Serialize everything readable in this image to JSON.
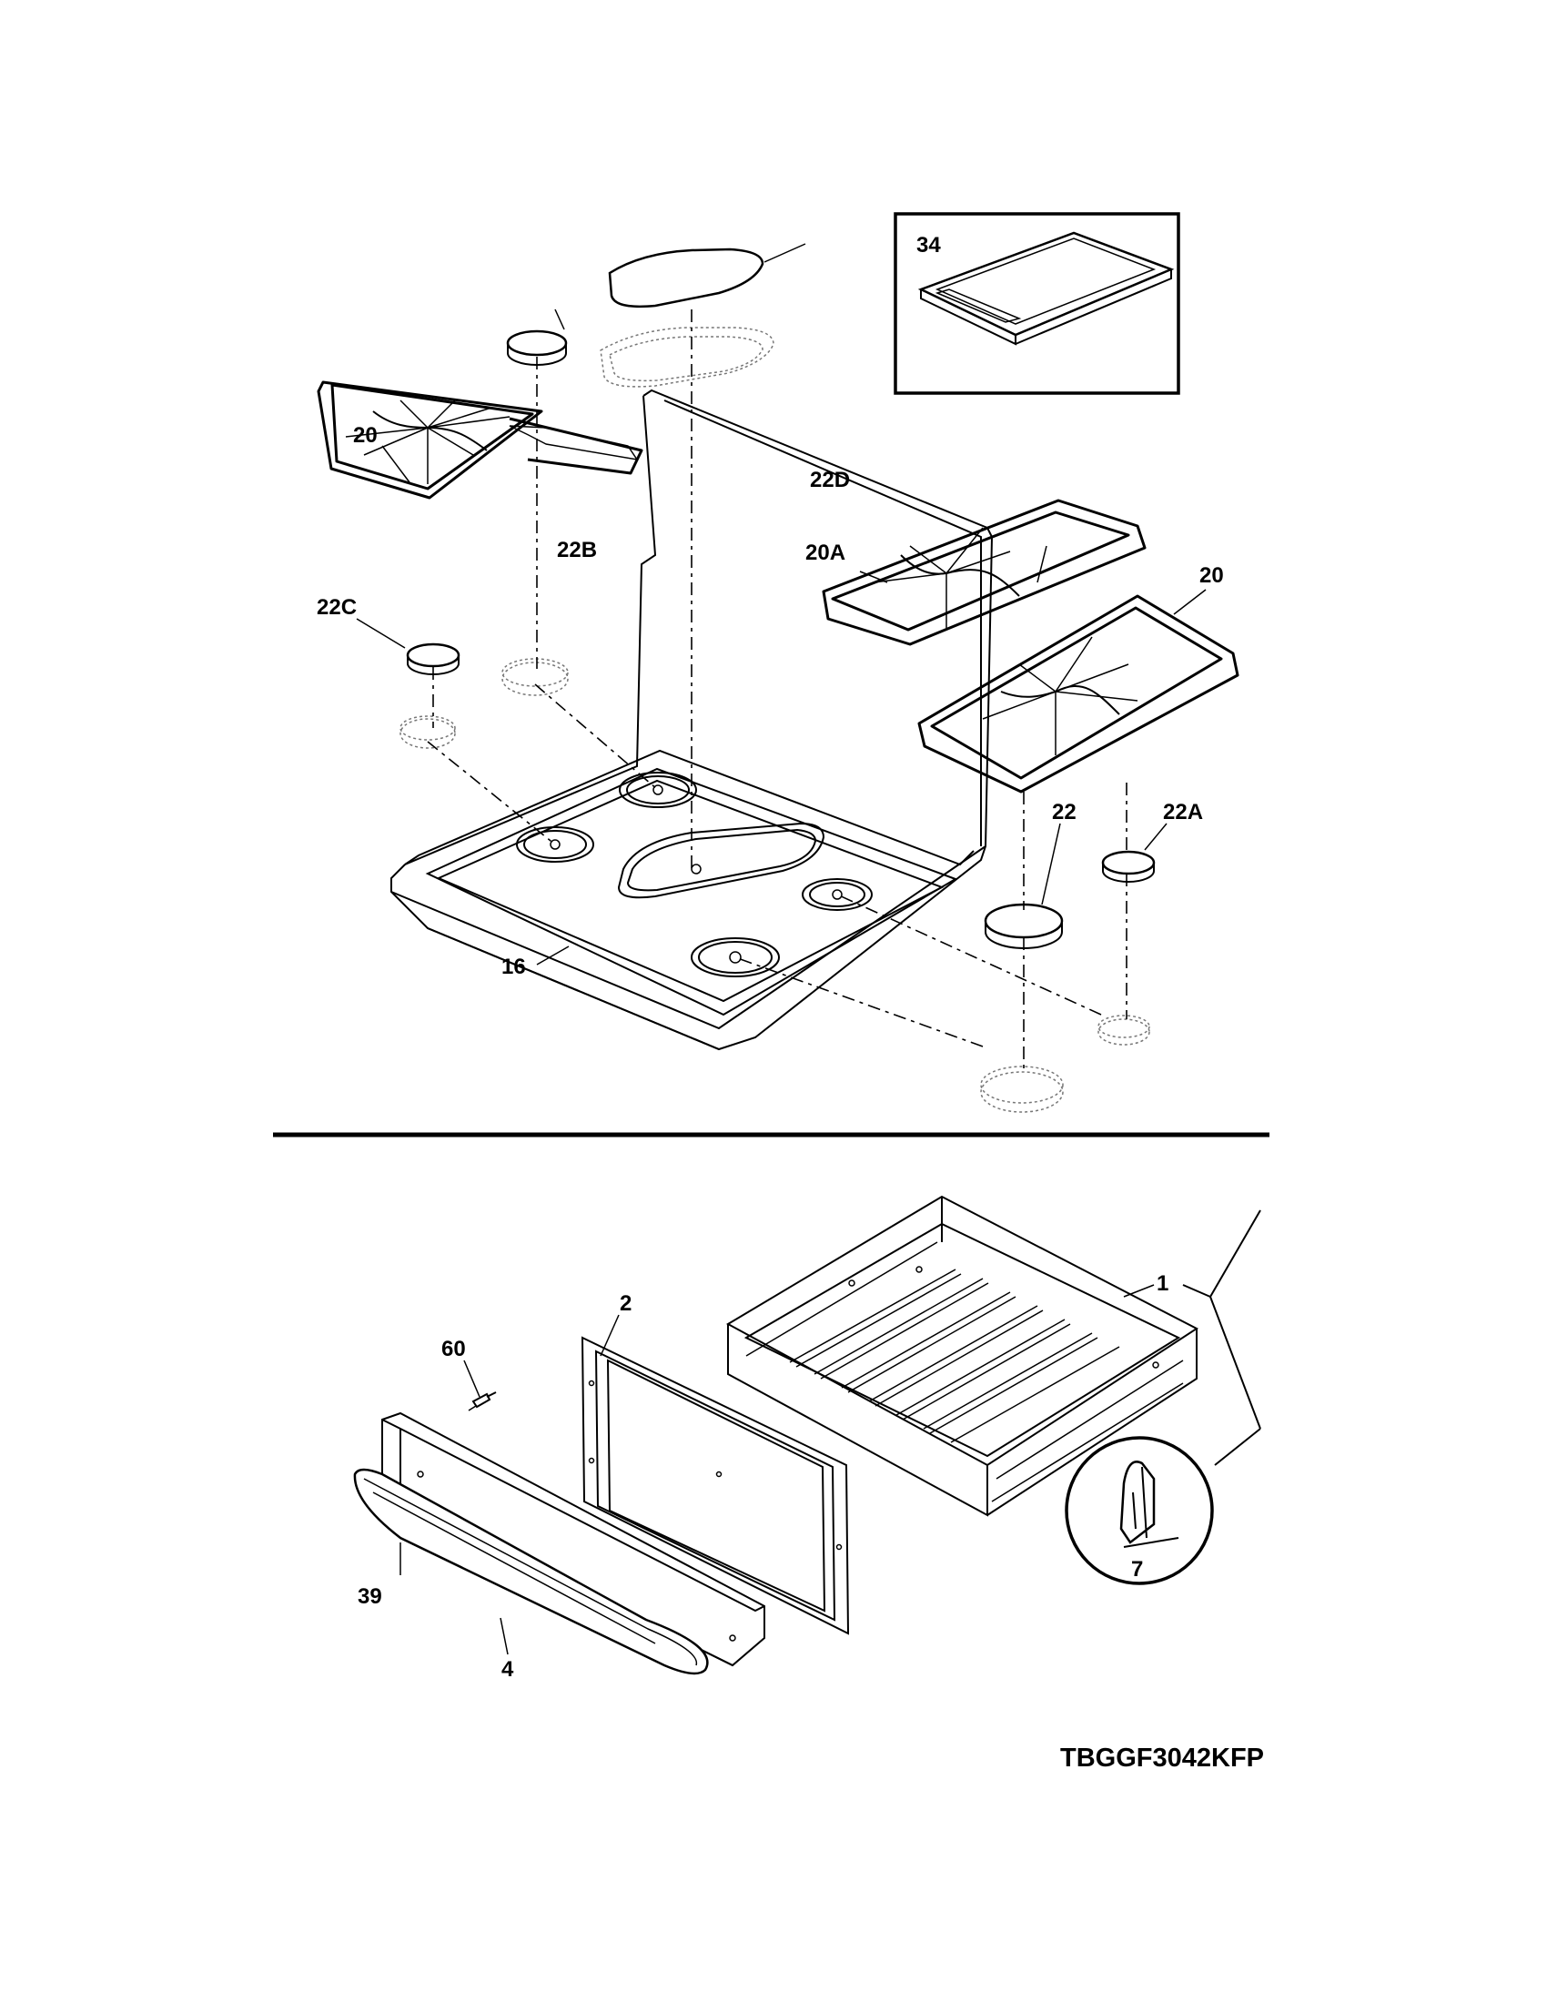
{
  "labels": {
    "p34": "34",
    "p20_left": "20",
    "p22D": "22D",
    "p22B": "22B",
    "p20A": "20A",
    "p20_right": "20",
    "p22C": "22C",
    "p22": "22",
    "p22A": "22A",
    "p16": "16",
    "p1": "1",
    "p2": "2",
    "p60": "60",
    "p7": "7",
    "p39": "39",
    "p4": "4"
  },
  "model_number": "TBGGF3042KFP"
}
